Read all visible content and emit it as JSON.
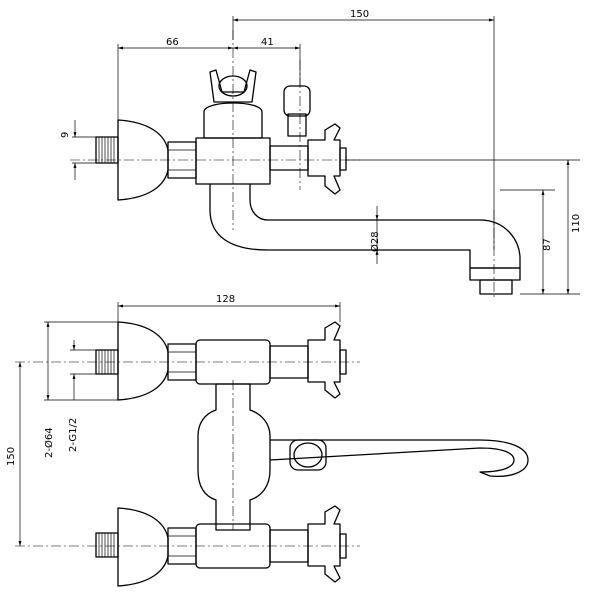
{
  "dimensions": {
    "d150_top": "150",
    "d66": "66",
    "d41": "41",
    "d9": "9",
    "d110": "110",
    "d87": "87",
    "d28": "Ø28",
    "d128": "128",
    "d150_left": "150",
    "d64": "2-Ø64",
    "dG12": "2-G1/2"
  }
}
